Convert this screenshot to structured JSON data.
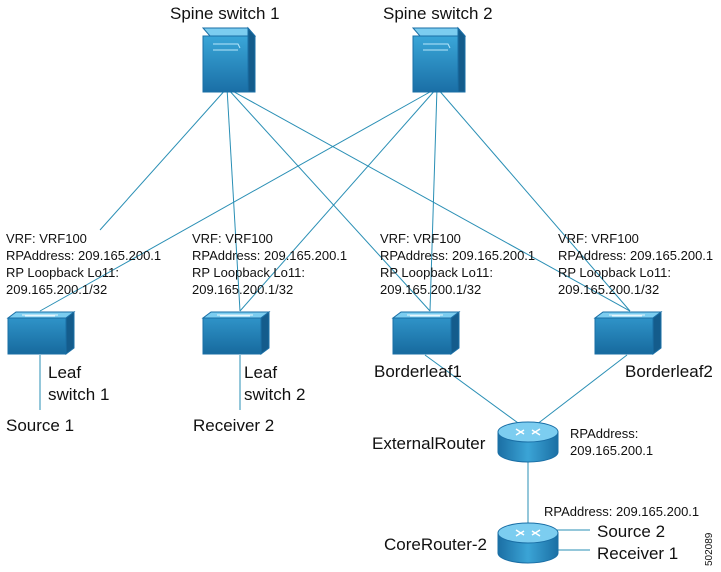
{
  "spines": [
    {
      "name": "Spine switch 1"
    },
    {
      "name": "Spine switch 2"
    }
  ],
  "leaves": [
    {
      "name_line1": "Leaf",
      "name_line2": "switch 1",
      "host": "Source 1",
      "vrf": "VRF: VRF100",
      "rp_address": "RPAddress: 209.165.200.1",
      "loopback": "RP Loopback Lo11:",
      "loopback_ip": "209.165.200.1/32"
    },
    {
      "name_line1": "Leaf",
      "name_line2": "switch 2",
      "host": "Receiver 2",
      "vrf": "VRF: VRF100",
      "rp_address": "RPAddress: 209.165.200.1",
      "loopback": "RP Loopback Lo11:",
      "loopback_ip": "209.165.200.1/32"
    },
    {
      "name_line1": "Borderleaf1",
      "name_line2": "",
      "host": "",
      "vrf": "VRF: VRF100",
      "rp_address": "RPAddress: 209.165.200.1",
      "loopback": "RP Loopback Lo11:",
      "loopback_ip": "209.165.200.1/32"
    },
    {
      "name_line1": "Borderleaf2",
      "name_line2": "",
      "host": "",
      "vrf": "VRF: VRF100",
      "rp_address": "RPAddress: 209.165.200.1",
      "loopback": "RP Loopback Lo11:",
      "loopback_ip": "209.165.200.1/32"
    }
  ],
  "external_router": {
    "name": "ExternalRouter",
    "rp_label": "RPAddress:",
    "rp_ip": "209.165.200.1"
  },
  "core_router": {
    "name": "CoreRouter-2",
    "rp_address": "RPAddress: 209.165.200.1",
    "host1": "Source 2",
    "host2": "Receiver 1"
  },
  "figure_id": "502089",
  "colors": {
    "device_blue": "#1f7fb8",
    "device_top": "#6cc3ea",
    "link": "#2a8fb5"
  }
}
